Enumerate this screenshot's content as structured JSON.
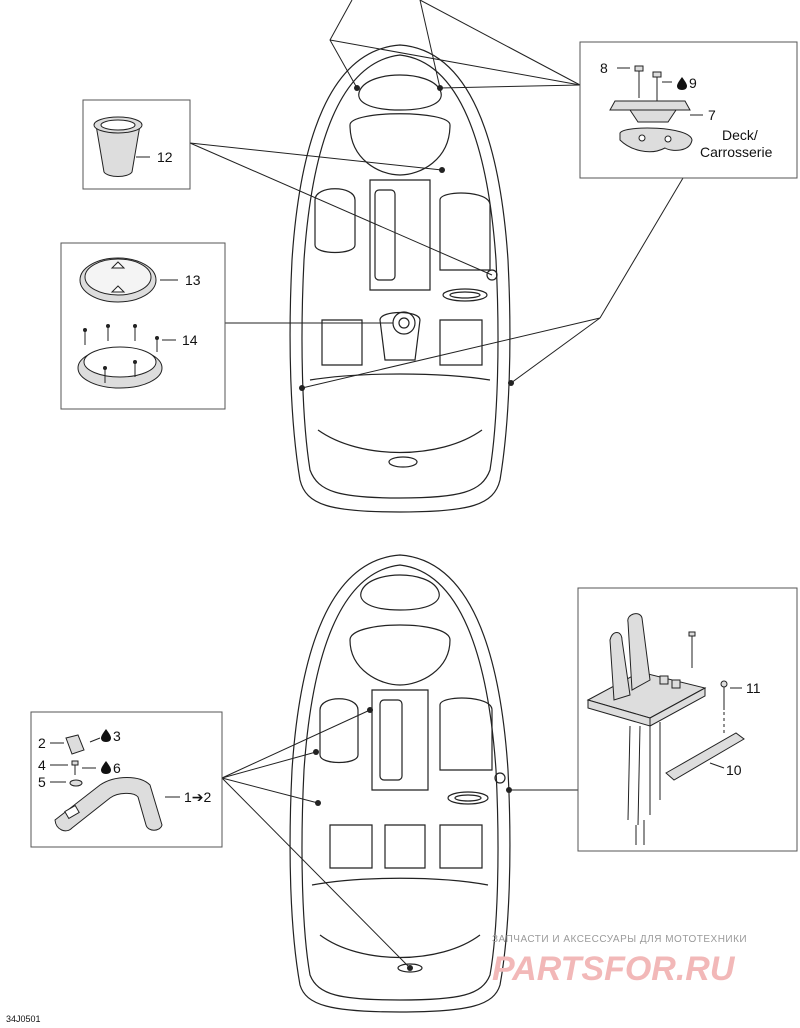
{
  "callouts": {
    "c1": "1➔2",
    "c2": "2",
    "c3": "3",
    "c4": "4",
    "c5": "5",
    "c6": "6",
    "c7": "7",
    "c8": "8",
    "c9": "9",
    "c10": "10",
    "c11": "11",
    "c12": "12",
    "c13": "13",
    "c14": "14"
  },
  "deck_label": {
    "line1": "Deck/",
    "line2": "Carrosserie"
  },
  "drawing_code": "34J0501",
  "watermark": {
    "caption": "ЗАПЧАСТИ И АКСЕССУАРЫ ДЛЯ МОТОТЕХНИКИ",
    "logo": "PARTSFOR.RU"
  },
  "icons": [
    "loctite-drop-icon"
  ]
}
